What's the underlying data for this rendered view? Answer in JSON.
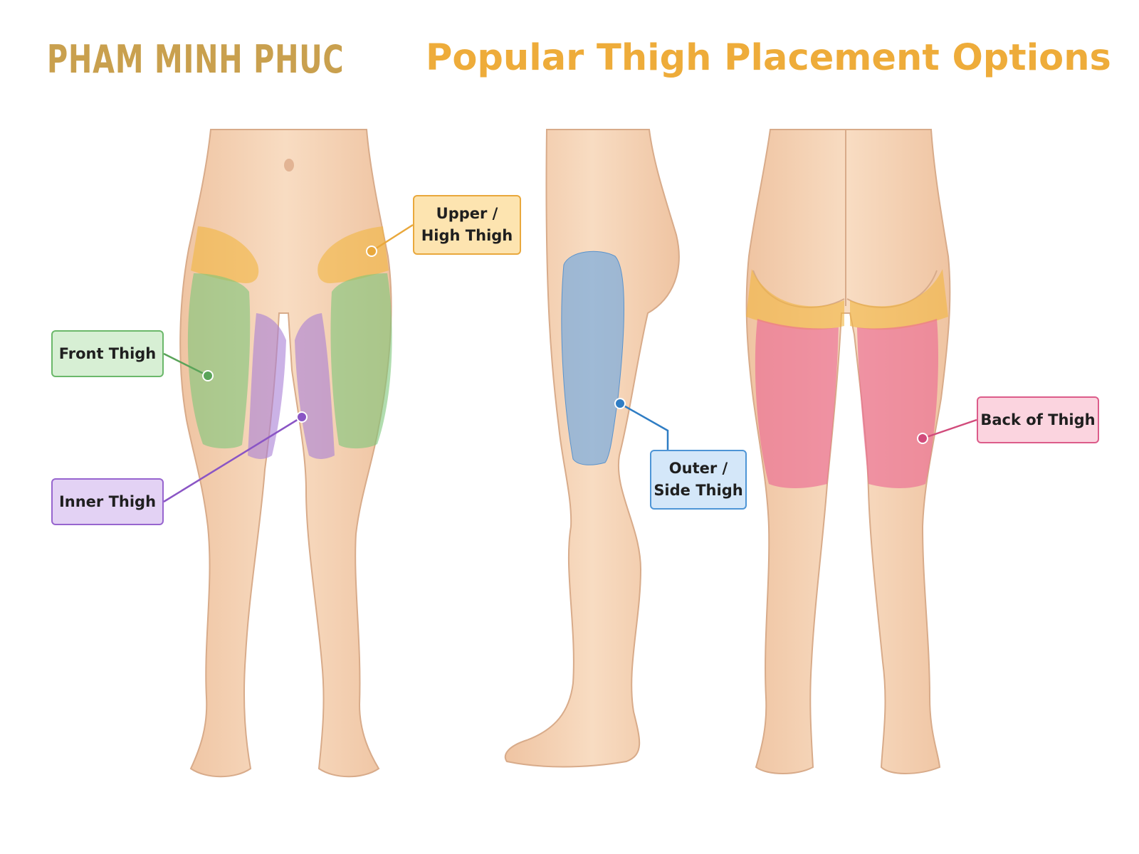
{
  "header": {
    "brand": "PHAM MINH PHUC",
    "title": "Popular Thigh Placement Options"
  },
  "labels": {
    "upper": [
      "Upper /",
      "High Thigh"
    ],
    "front": "Front Thigh",
    "inner": "Inner Thigh",
    "outer": [
      "Outer /",
      "Side Thigh"
    ],
    "back": "Back of Thigh"
  },
  "colors": {
    "upper": "#f2b640",
    "front": "#7dc77a",
    "inner": "#a87fd6",
    "outer": "#6fa8e0",
    "back": "#eb6b94",
    "skin": "#f5d2b3",
    "skin_outline": "#d8ab8a",
    "brand": "#c9a04e",
    "title": "#eeac3a"
  }
}
